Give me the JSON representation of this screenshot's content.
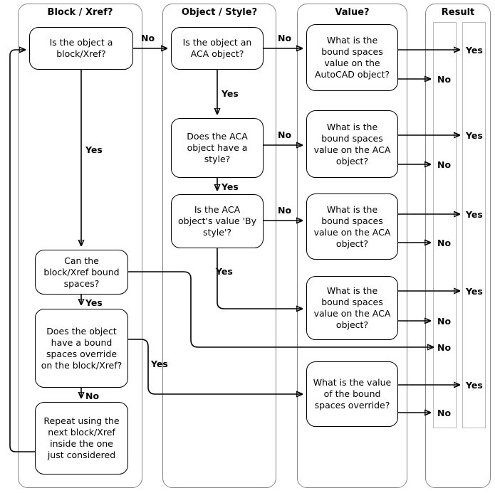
{
  "diagram": {
    "type": "flowchart",
    "title": "Bound spaces value resolution flowchart",
    "lanes": [
      {
        "id": "block-xref",
        "title": "Block / Xref?"
      },
      {
        "id": "object-style",
        "title": "Object / Style?"
      },
      {
        "id": "value",
        "title": "Value?"
      },
      {
        "id": "result",
        "title": "Result"
      }
    ],
    "nodes": [
      {
        "id": "n1",
        "lane": "block-xref",
        "text": "Is the object a block/Xref?"
      },
      {
        "id": "n2",
        "lane": "block-xref",
        "text": "Can the block/Xref bound spaces?"
      },
      {
        "id": "n3",
        "lane": "block-xref",
        "text": "Does the object have a bound spaces override on the block/Xref?"
      },
      {
        "id": "n4",
        "lane": "block-xref",
        "text": "Repeat using the next block/Xref inside the one just considered"
      },
      {
        "id": "n5",
        "lane": "object-style",
        "text": "Is the object an ACA object?"
      },
      {
        "id": "n6",
        "lane": "object-style",
        "text": "Does the ACA object have a style?"
      },
      {
        "id": "n7",
        "lane": "object-style",
        "text": "Is the ACA object's value 'By style'?"
      },
      {
        "id": "n8",
        "lane": "value",
        "text": "What is the bound spaces value on the AutoCAD object?"
      },
      {
        "id": "n9",
        "lane": "value",
        "text": "What is the bound spaces value on the ACA object?"
      },
      {
        "id": "n10",
        "lane": "value",
        "text": "What is the bound spaces value on the ACA object?"
      },
      {
        "id": "n11",
        "lane": "value",
        "text": "What is the bound spaces value on the ACA object?"
      },
      {
        "id": "n12",
        "lane": "value",
        "text": "What is the value of the bound spaces override?"
      }
    ],
    "edge_labels": [
      {
        "id": "e1",
        "text": "No"
      },
      {
        "id": "e2",
        "text": "Yes"
      },
      {
        "id": "e3",
        "text": "No"
      },
      {
        "id": "e4",
        "text": "Yes"
      },
      {
        "id": "e5",
        "text": "No"
      },
      {
        "id": "e6",
        "text": "Yes"
      },
      {
        "id": "e7",
        "text": "No"
      },
      {
        "id": "e8",
        "text": "Yes"
      },
      {
        "id": "e9",
        "text": "Yes"
      },
      {
        "id": "e10",
        "text": "Yes"
      },
      {
        "id": "e11",
        "text": "No"
      }
    ],
    "results": [
      {
        "id": "r1",
        "text": "Yes"
      },
      {
        "id": "r2",
        "text": "No"
      },
      {
        "id": "r3",
        "text": "Yes"
      },
      {
        "id": "r4",
        "text": "No"
      },
      {
        "id": "r5",
        "text": "Yes"
      },
      {
        "id": "r6",
        "text": "No"
      },
      {
        "id": "r7",
        "text": "Yes"
      },
      {
        "id": "r8",
        "text": "No"
      },
      {
        "id": "r9",
        "text": "No"
      },
      {
        "id": "r10",
        "text": "Yes"
      },
      {
        "id": "r11",
        "text": "No"
      }
    ],
    "colors": {
      "lane_border": "#888888",
      "subcolumn_border": "#bbbbbb",
      "node_border": "#000000",
      "node_fill": "#ffffff",
      "connector": "#000000",
      "text": "#000000",
      "background": "#ffffff"
    }
  }
}
